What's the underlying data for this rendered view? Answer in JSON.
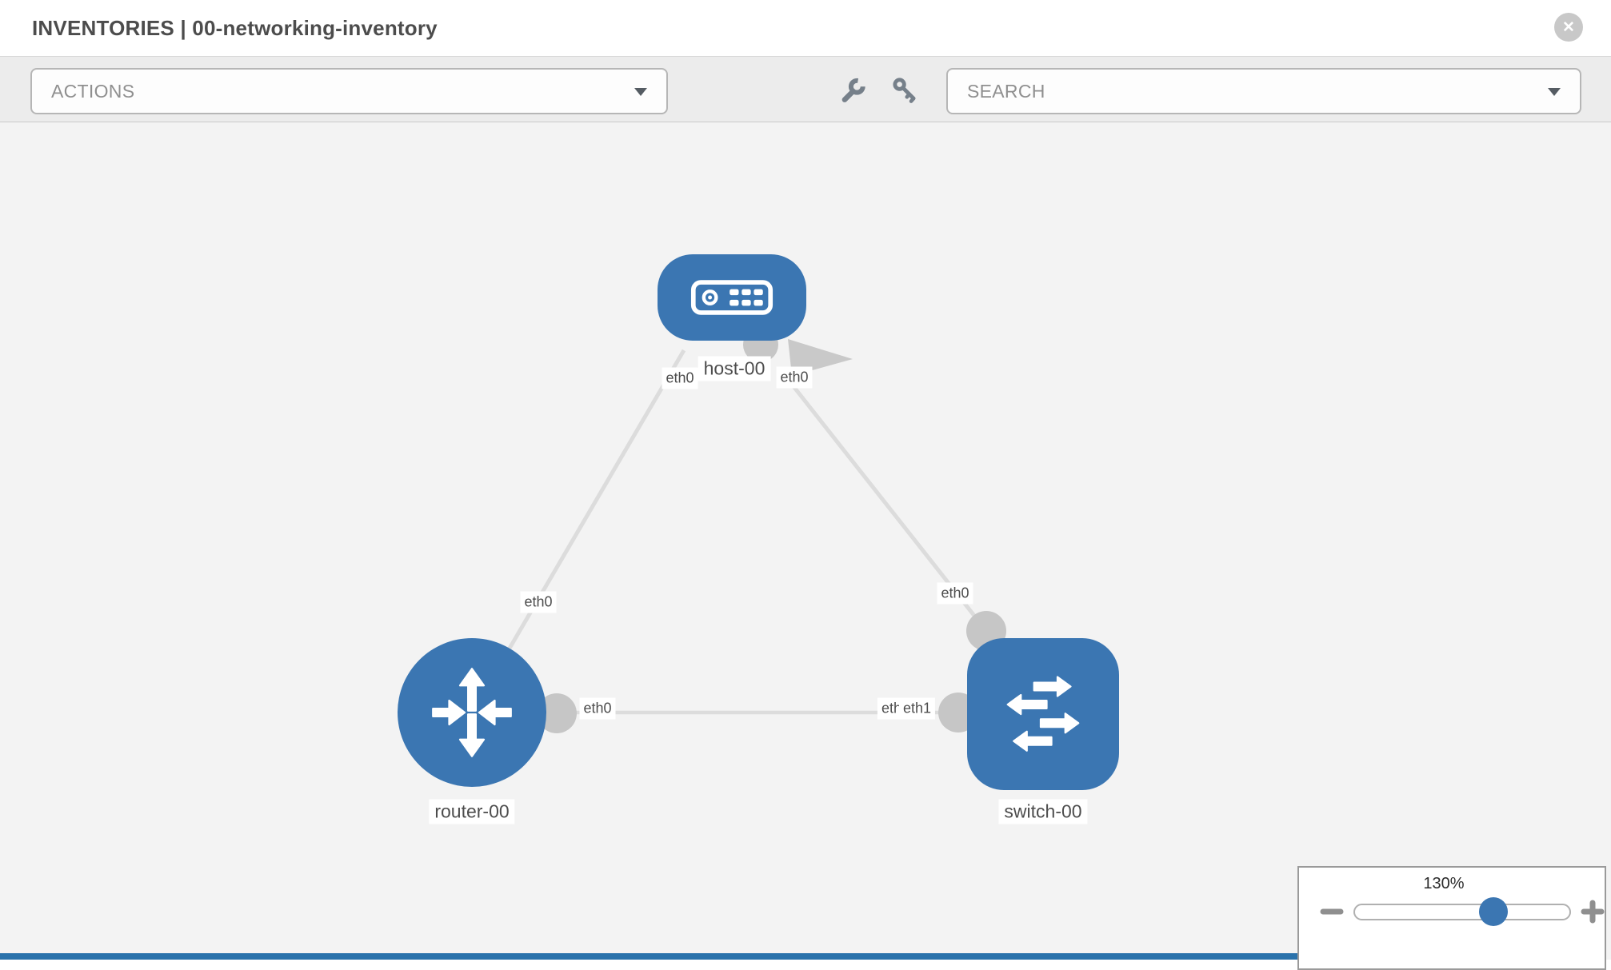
{
  "header": {
    "title": "INVENTORIES | 00-networking-inventory"
  },
  "toolbar": {
    "actions_label": "ACTIONS",
    "search_label": "SEARCH",
    "tools": [
      "wrench",
      "key"
    ]
  },
  "topology": {
    "nodes": [
      {
        "id": "host-00",
        "type": "host",
        "label": "host-00"
      },
      {
        "id": "router-00",
        "type": "router",
        "label": "router-00"
      },
      {
        "id": "switch-00",
        "type": "switch",
        "label": "switch-00"
      }
    ],
    "links": [
      {
        "from": "host-00",
        "to": "router-00",
        "from_interface": "eth0",
        "to_interface": "eth0"
      },
      {
        "from": "host-00",
        "to": "switch-00",
        "from_interface": "eth0",
        "to_interface": "eth0"
      },
      {
        "from": "router-00",
        "to": "switch-00",
        "from_interface": "eth0",
        "to_interface": "eth1"
      }
    ],
    "interface_labels": {
      "host_to_router_at_host": "eth0",
      "host_to_router_at_router": "eth0",
      "host_to_switch_at_host": "eth0",
      "host_to_switch_at_switch": "eth0",
      "router_to_switch_at_router": "eth0",
      "router_to_switch_at_switch": "eth1",
      "switch_overlapped_label": "eth0"
    }
  },
  "zoom_control": {
    "level": "130%"
  },
  "icons": {
    "close": "✕"
  },
  "colors": {
    "node_blue": "#3b76b2",
    "link_gray": "#dcdcdc",
    "dot_gray": "#c6c6c6",
    "canvas_bg": "#f3f3f3",
    "toolbar_bg": "#ececec"
  }
}
